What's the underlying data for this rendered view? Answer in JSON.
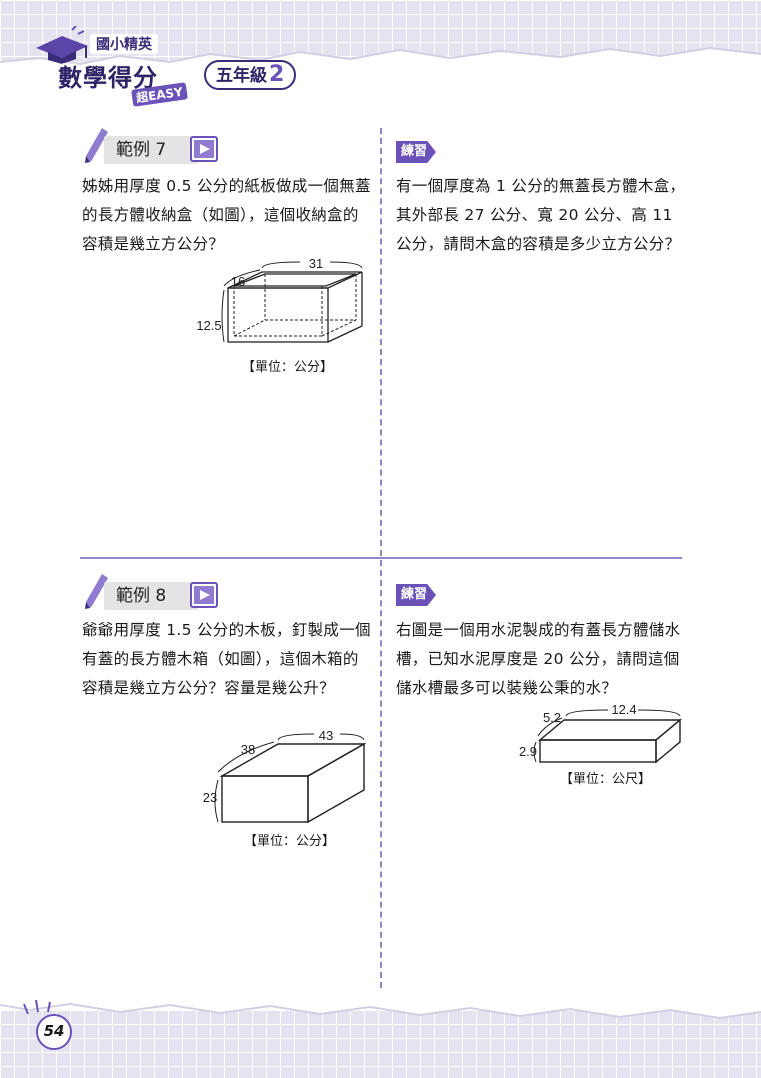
{
  "header": {
    "brand_top": "國小精英",
    "brand_main": "數學得分",
    "brand_badge": "超EASY",
    "grade_label": "五年級",
    "grade_number": "2"
  },
  "sections": [
    {
      "example_label": "範例 7",
      "example_text": "姊姊用厚度 0.5 公分的紙板做成一個無蓋的長方體收納盒（如圖），這個收納盒的容積是幾立方公分？",
      "example_figure": {
        "length": "31",
        "width": "16",
        "height": "12.5",
        "unit": "【單位：公分】"
      },
      "practice_label": "練習",
      "practice_text": "有一個厚度為 1 公分的無蓋長方體木盒，其外部長 27 公分、寬 20 公分、高 11 公分，請問木盒的容積是多少立方公分？"
    },
    {
      "example_label": "範例 8",
      "example_text": "爺爺用厚度 1.5 公分的木板，釘製成一個有蓋的長方體木箱（如圖），這個木箱的容積是幾立方公分？容量是幾公升？",
      "example_figure": {
        "length": "43",
        "width": "38",
        "height": "23",
        "unit": "【單位：公分】"
      },
      "practice_label": "練習",
      "practice_text": "右圖是一個用水泥製成的有蓋長方體儲水槽，已知水泥厚度是 20 公分，請問這個儲水槽最多可以裝幾公秉的水？",
      "practice_figure": {
        "length": "12.4",
        "width": "5.2",
        "height": "2.9",
        "unit": "【單位：公尺】"
      }
    }
  ],
  "page_number": "54",
  "colors": {
    "accent": "#6b52b8",
    "dark": "#2e2366",
    "divider": "#8e88c6"
  }
}
